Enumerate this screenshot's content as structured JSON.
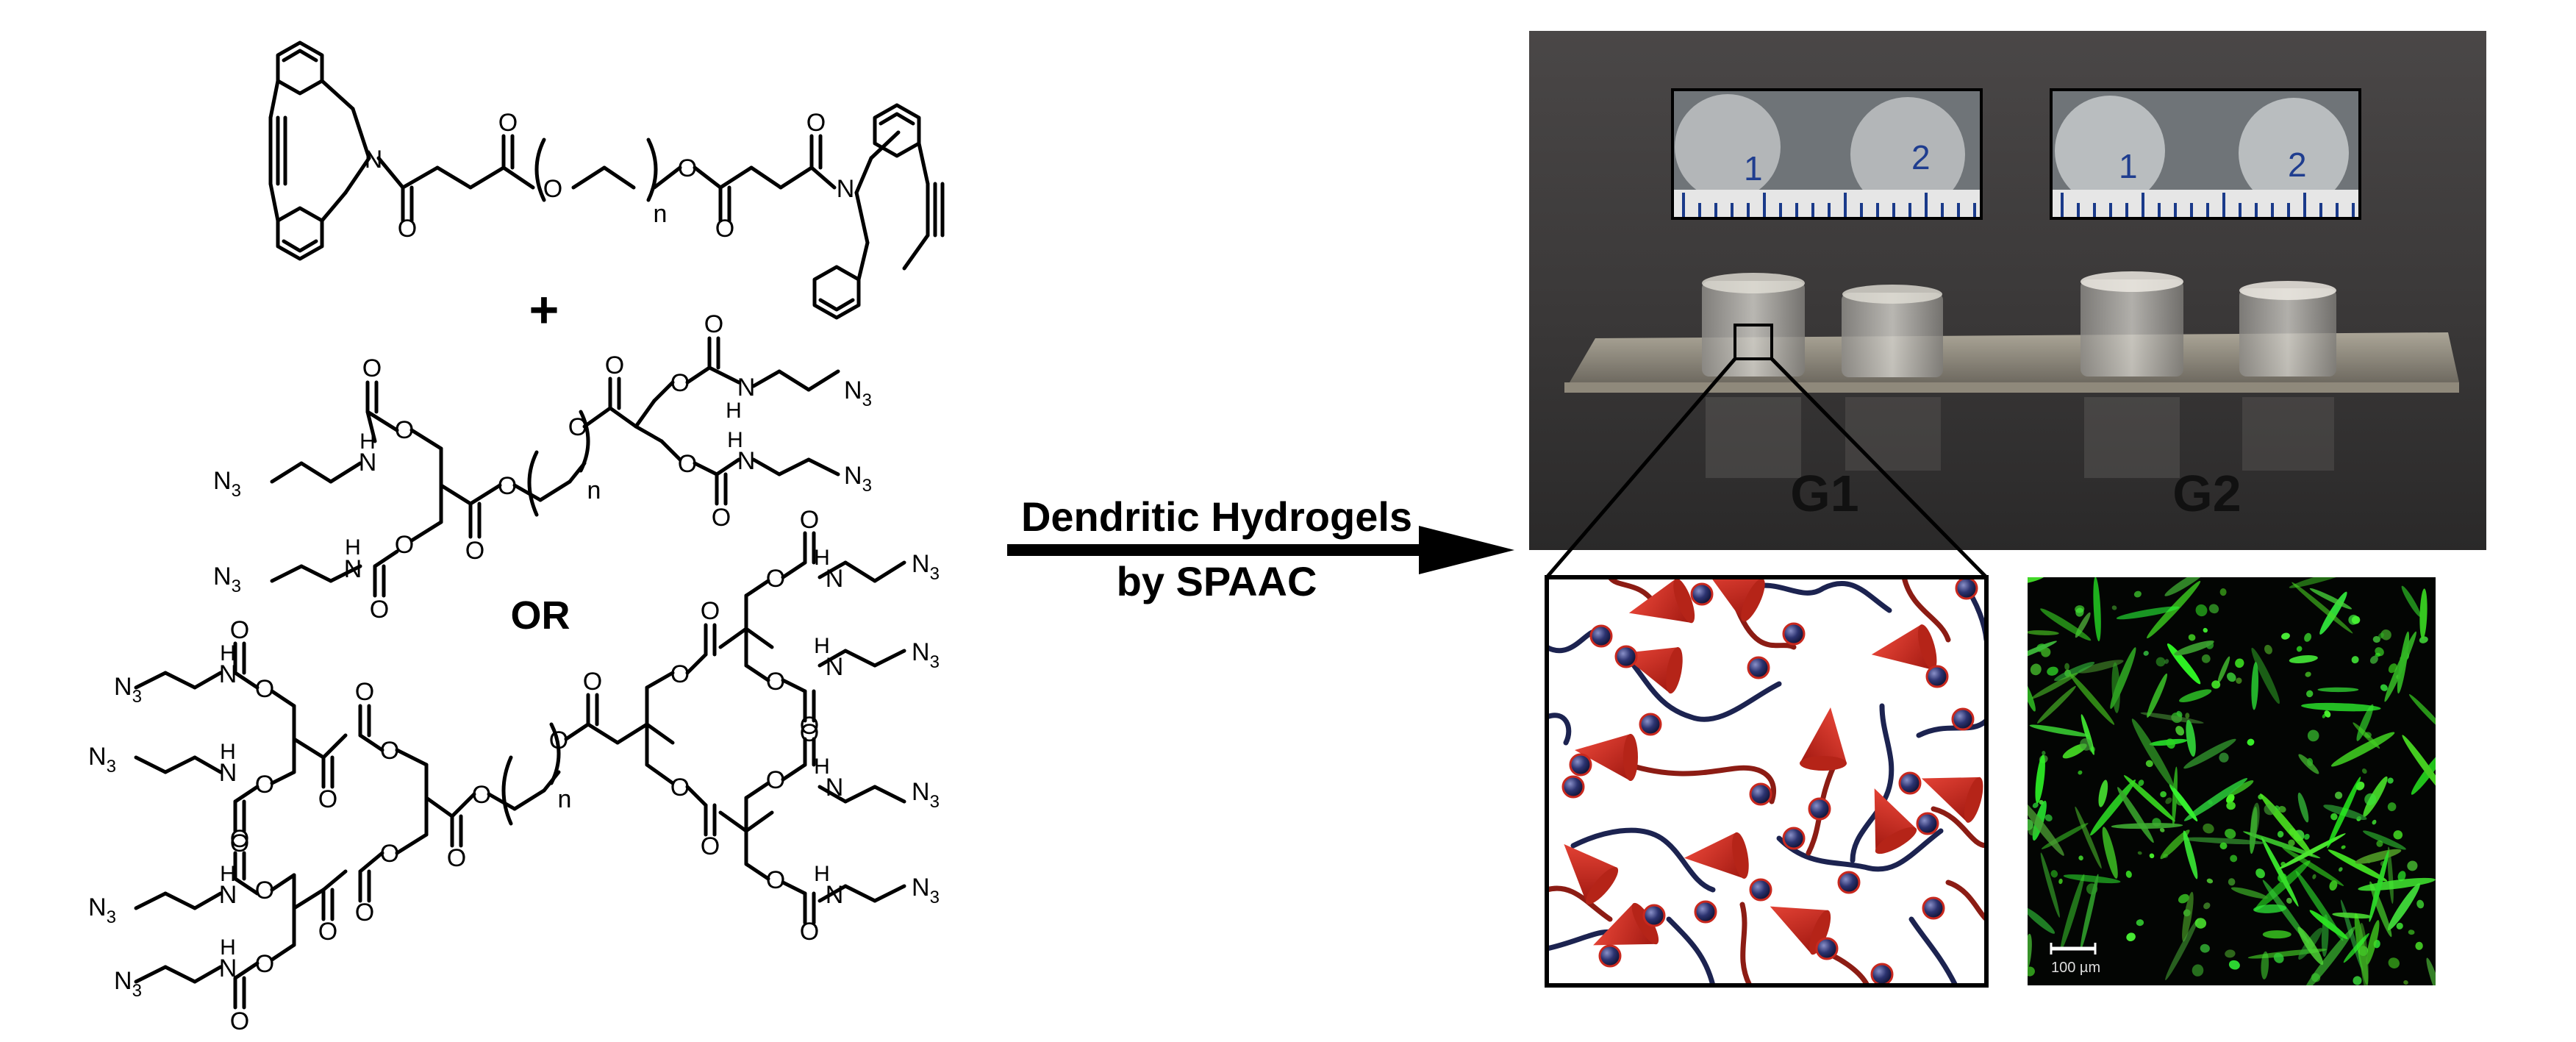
{
  "chemistry": {
    "plus_sign": "+",
    "or_label": "OR",
    "repeat_unit": "n",
    "atoms": {
      "oxygen": "O",
      "nitrogen": "N",
      "amine_h": "H",
      "azide_main": "N",
      "azide_sub": "3"
    }
  },
  "reaction_arrow": {
    "line1": "Dendritic Hydrogels",
    "line2": "by SPAAC"
  },
  "photo": {
    "label_g1": "G1",
    "label_g2": "G2",
    "ruler_marks": [
      "1",
      "2",
      "1",
      "2"
    ]
  },
  "microscopy": {
    "scale_label": "100 µm"
  },
  "colors": {
    "network_red": "#c8281e",
    "network_navy": "#1c2350",
    "fluorescence_green": "#3ddc3a",
    "photo_bg": "#3a3838"
  }
}
